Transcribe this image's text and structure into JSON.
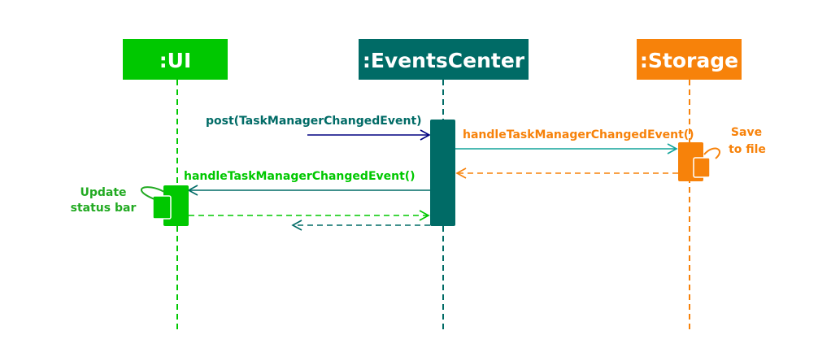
{
  "colors": {
    "ui": "#00c800",
    "ui_note": "#22aa22",
    "events": "#006b66",
    "storage": "#f7820a",
    "post_arrow": "#000080",
    "storage_call": "#13a39a",
    "background": "#ffffff"
  },
  "participants": {
    "ui": ":UI",
    "events": ":EventsCenter",
    "storage": ":Storage"
  },
  "messages": {
    "post": "post(TaskManagerChangedEvent)",
    "handle_storage": "handleTaskManagerChangedEvent()",
    "handle_ui": "handleTaskManagerChangedEvent()"
  },
  "notes": {
    "save_line1": "Save",
    "save_line2": "to file",
    "update_line1": "Update",
    "update_line2": "status bar"
  }
}
